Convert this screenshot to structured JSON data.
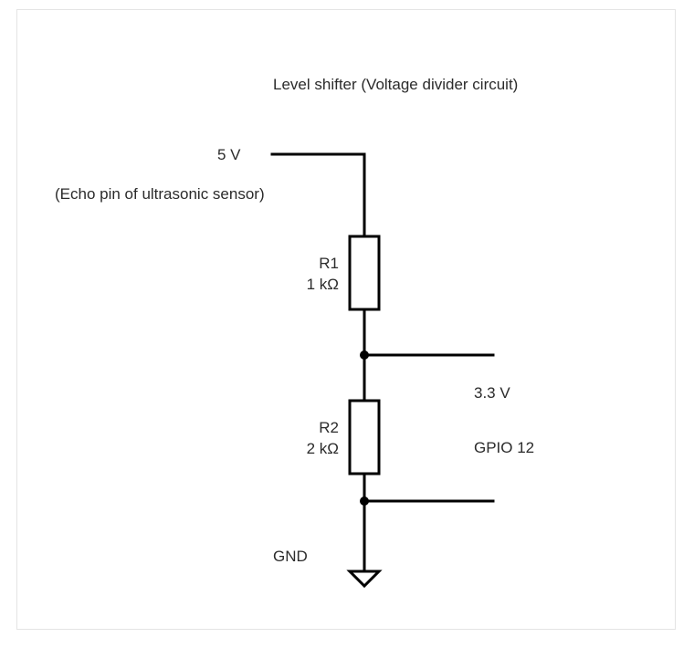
{
  "title": "Level shifter (Voltage divider circuit)",
  "input": {
    "voltage": "5 V",
    "description": "(Echo pin of ultrasonic sensor)"
  },
  "r1": {
    "name": "R1",
    "value": "1 kΩ"
  },
  "r2": {
    "name": "R2",
    "value": "2 kΩ"
  },
  "output": {
    "voltage": "3.3 V",
    "pin": "GPIO 12"
  },
  "ground": "GND",
  "colors": {
    "wire": "#000000",
    "text": "#2b2b2b",
    "frame_border": "#e4e4e4"
  }
}
